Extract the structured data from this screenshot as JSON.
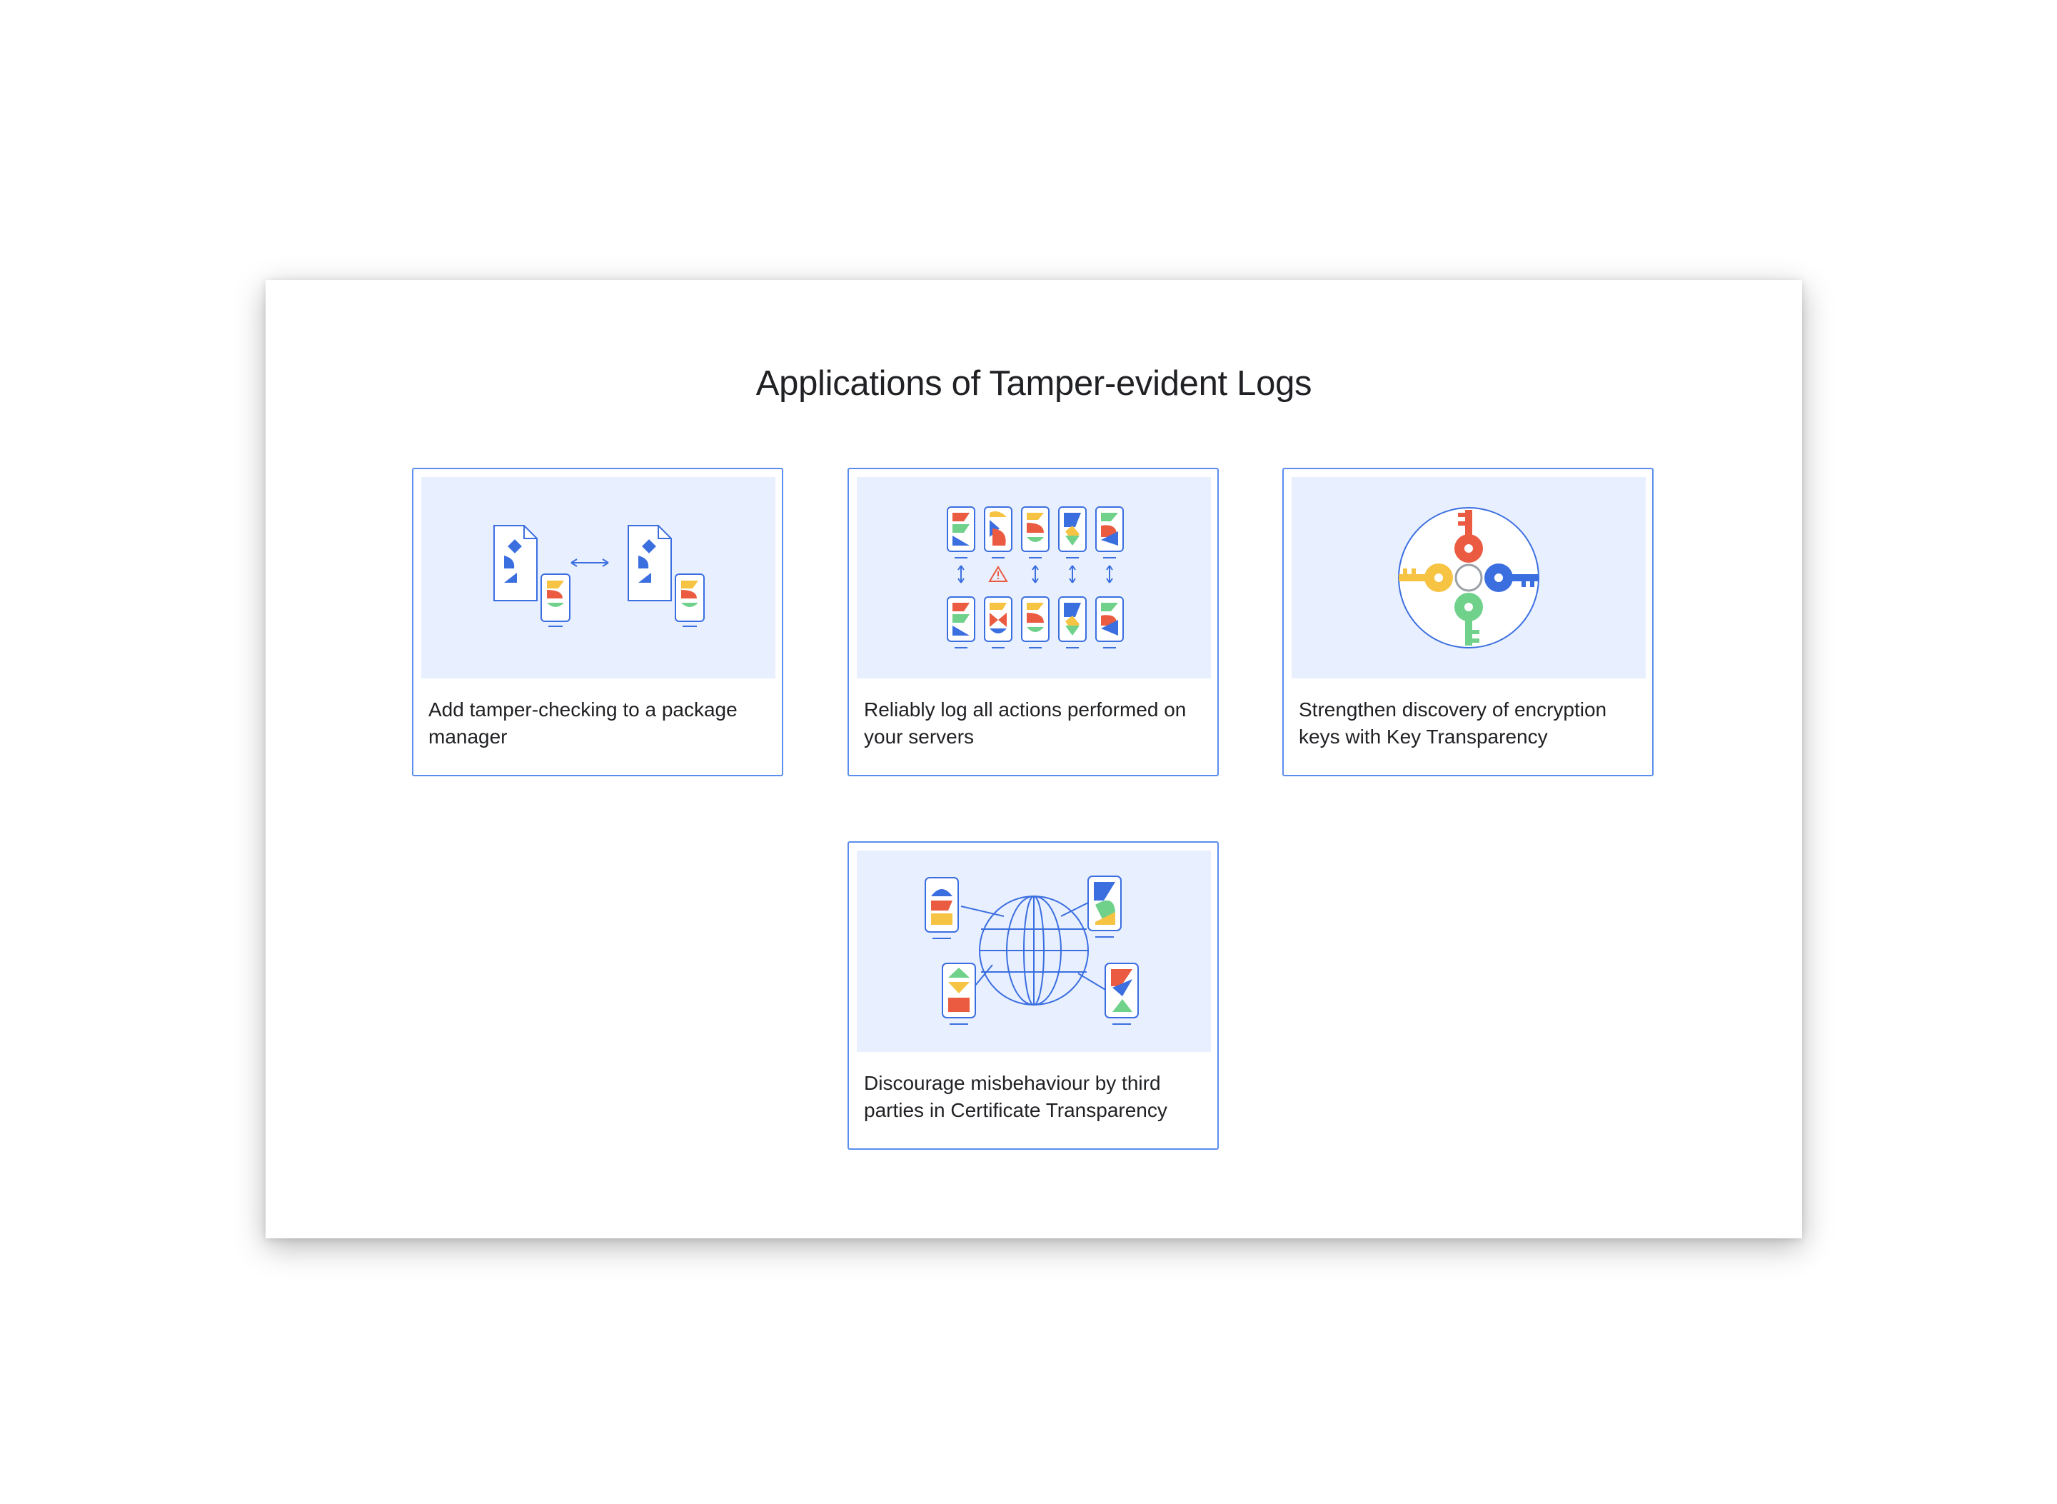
{
  "page": {
    "title": "Applications of Tamper-evident Logs"
  },
  "cards": [
    {
      "caption": "Add tamper-checking to a package manager",
      "icon": "package-tamper-illustration"
    },
    {
      "caption": "Reliably log all actions performed on your servers",
      "icon": "server-log-illustration"
    },
    {
      "caption": "Strengthen discovery of encryption keys with Key Transparency",
      "icon": "key-ring-illustration"
    },
    {
      "caption": "Discourage misbehaviour by third parties in Certificate Transparency",
      "icon": "globe-devices-illustration"
    }
  ],
  "colors": {
    "card_border": "#5b8def",
    "illustration_bg": "#e8efff",
    "blue": "#3b6fe0",
    "red": "#ea5b41",
    "yellow": "#f6c343",
    "green": "#6fd18a"
  }
}
